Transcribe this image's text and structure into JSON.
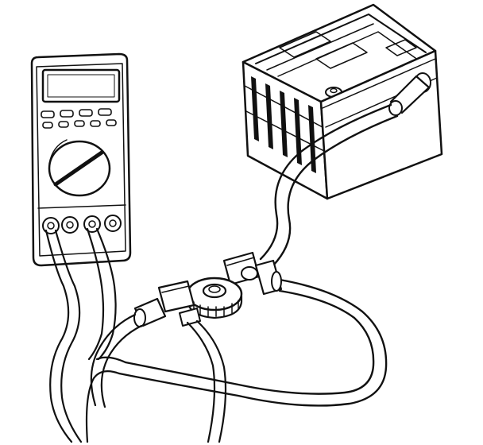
{
  "figure": {
    "description_hidden": "",
    "colors": {
      "ink": "#111111",
      "paper": "#ffffff"
    },
    "parts": [
      "multimeter",
      "battery",
      "current-sensor-clamp",
      "test-leads",
      "battery-cable"
    ]
  }
}
